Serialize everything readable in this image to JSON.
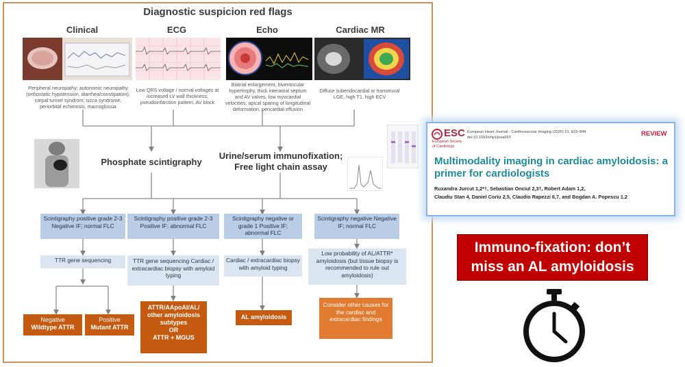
{
  "figure": {
    "title": "Diagnostic suspicion red flags",
    "columns": [
      "Clinical",
      "ECG",
      "Echo",
      "Cardiac MR"
    ],
    "findings": [
      "Peripheral neuropathy; autonomic neuropathy (orthostatic hypotension, diarrhea/constipation); carpal tunnel syndrom; sicca syndrome; periorbital echimosis, macroglossia",
      "Low QRS voltage / normal voltages at increased LV wall thickness; pseudoinfarction pattern; AV block",
      "Biatrial enlargement, biventricular hypertrophy, thick interatrial septum and AV valves, low myocardial velocities; apical sparing of longitudinal deformation, pericardial effusion",
      "Diffuse subendocardial or transmural LGE, high T1, high ECV"
    ],
    "tests": {
      "scintigraphy": "Phosphate scintigraphy",
      "immunofixation_1": "Urine/serum immunofixation;",
      "immunofixation_2": "Free light chain assay"
    },
    "scenarios": [
      "Scintigraphy positive grade 2-3 Negative IF; normal FLC",
      "Scintigraphy positive grade 2-3 Positive IF; abnormal FLC",
      "Scintigraphy negative or grade 1 Positive IF; abnormal FLC",
      "Scintigraphy negative Negative IF; normal FLC"
    ],
    "next_steps": [
      "TTR gene sequencing",
      "TTR gene sequencing Cardiac / extracardiac biopsy with amyloid typing",
      "Cardiac / extracardiac biopsy with amyloid typing",
      "Low probability of AL/ATTR* amyloidosis (but tissue biopsy is recommended to rule out amyloidosis)"
    ],
    "outcomes": {
      "negative_1": "Negative",
      "negative_2": "Wildtype ATTR",
      "positive_1": "Positive",
      "positive_2": "Mutant ATTR",
      "attr_1": "ATTR/AApoAI/AL/",
      "attr_2": "other amyloidosis",
      "attr_3": "subtypes",
      "attr_4": "OR",
      "attr_5": "ATTR + MGUS",
      "al": "AL amyloidosis",
      "other": "Consider other causes for the cardiac and extracardiac findings"
    }
  },
  "paper": {
    "logo": "ESC",
    "society_1": "European Society",
    "society_2": "of Cardiology",
    "journal": "European Heart Journal - Cardiovascular Imaging (2020) 21, 833–844",
    "doi": "doi:10.1093/ehjci/jeaa063",
    "badge": "REVIEW",
    "title": "Multimodality imaging in cardiac amyloidosis: a primer for cardiologists",
    "authors_1": "Ruxandra Jurcut 1,2*†, Sebastian Onciul 2,3†, Robert Adam 1,2,",
    "authors_2": "Claudiu Stan 4, Daniel Coriu 2,5, Claudio Rapezzi 6,7, and Bogdan A. Popescu 1,2"
  },
  "alert": {
    "line1": "Immuno-fixation: don’t",
    "line2": "miss an AL amyloidosis"
  },
  "icons": {
    "stopwatch": "stopwatch-icon"
  },
  "colors": {
    "scenario": "#b9cde4",
    "step": "#dbe5f1",
    "outcome": "#c55a11",
    "alert": "#c00000",
    "frame": "#c8905a"
  }
}
